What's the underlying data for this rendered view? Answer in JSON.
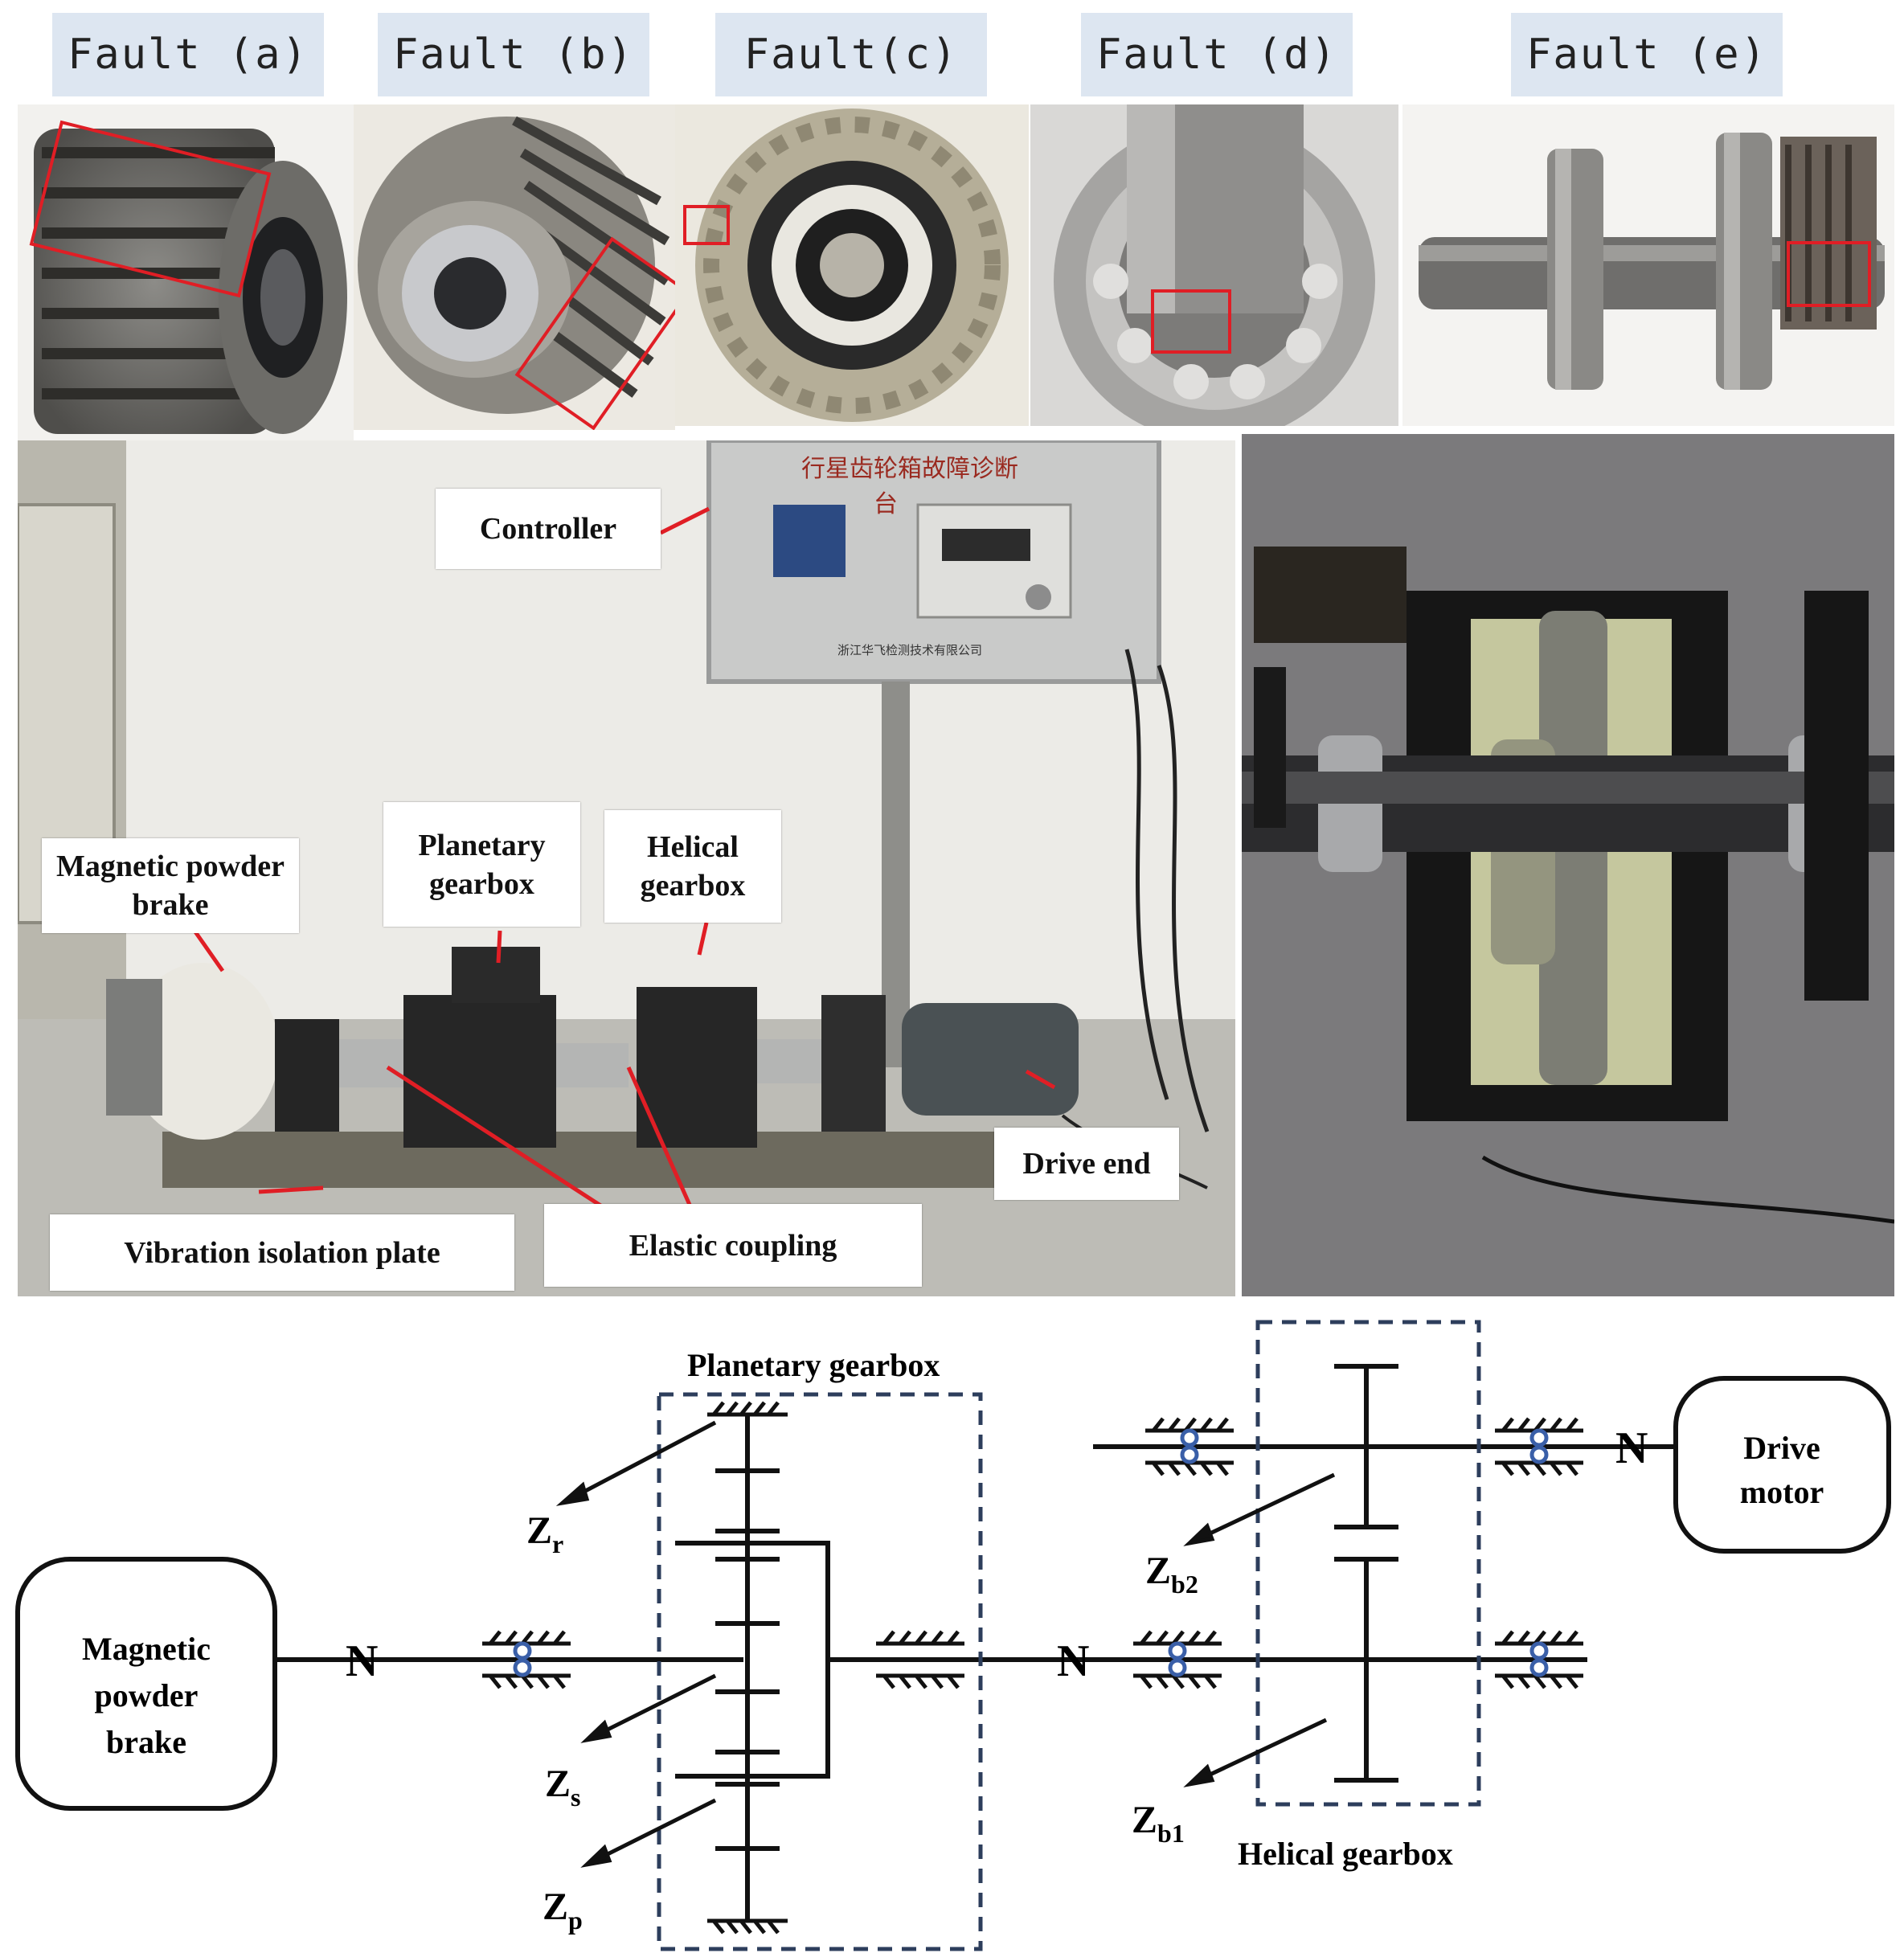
{
  "faults": [
    {
      "label": "Fault (a)"
    },
    {
      "label": "Fault (b)"
    },
    {
      "label": "Fault(c)"
    },
    {
      "label": "Fault (d)"
    },
    {
      "label": "Fault (e)"
    }
  ],
  "photo_callouts": {
    "controller": "Controller",
    "magnetic_powder_brake": "Magnetic powder brake",
    "planetary_gearbox": "Planetary gearbox",
    "helical_gearbox": "Helical gearbox",
    "drive_end": "Drive end",
    "vibration_isolation_plate": "Vibration isolation plate",
    "elastic_coupling": "Elastic coupling",
    "controller_panel_text": "行星齿轮箱故障诊断",
    "controller_panel_suffix": "台",
    "controller_company": "浙江华飞检测技术有限公司"
  },
  "schematic": {
    "planetary_title": "Planetary  gearbox",
    "helical_title": "Helical gearbox",
    "brake_box": [
      "Magnetic",
      "powder",
      "brake"
    ],
    "motor_box": [
      "Drive",
      "motor"
    ],
    "coupling_symbol": "N",
    "gear_labels": {
      "zr": {
        "main": "Z",
        "sub": "r"
      },
      "zs": {
        "main": "Z",
        "sub": "s"
      },
      "zp": {
        "main": "Z",
        "sub": "p"
      },
      "zb1": {
        "main": "Z",
        "sub": "b1"
      },
      "zb2": {
        "main": "Z",
        "sub": "b2"
      }
    }
  },
  "colors": {
    "label_bg": "#dde6f1",
    "highlight_red": "#e01e25",
    "dashed_box": "#2d3e5c",
    "bearing_blue": "#3a5fa8"
  }
}
